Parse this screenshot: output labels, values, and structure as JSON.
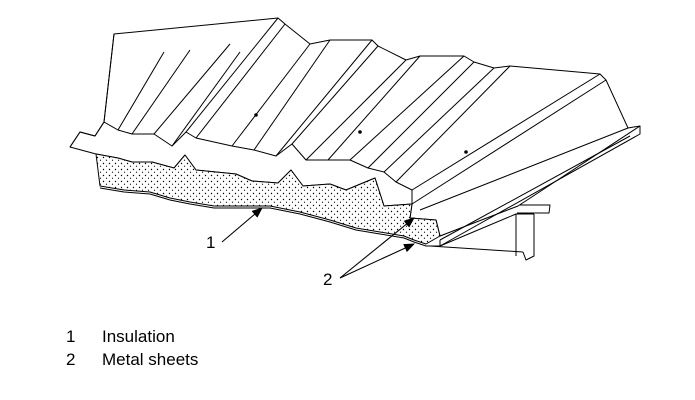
{
  "callouts": [
    {
      "number": "1"
    },
    {
      "number": "2"
    }
  ],
  "legend": [
    {
      "number": "1",
      "label": "Insulation"
    },
    {
      "number": "2",
      "label": "Metal sheets"
    }
  ]
}
